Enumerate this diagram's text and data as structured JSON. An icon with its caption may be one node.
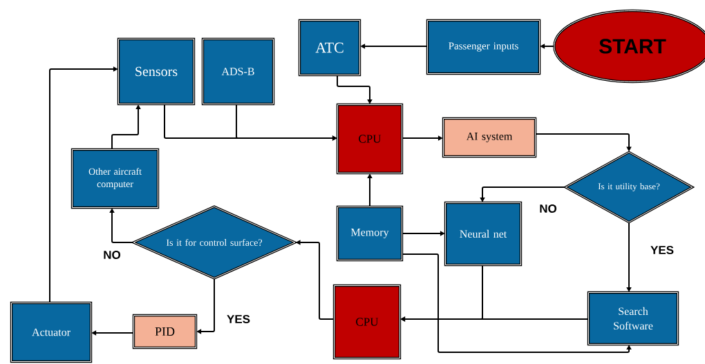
{
  "diagram": {
    "nodes": [
      {
        "text": [
          "ATC"
        ]
      },
      {
        "text": [
          "Passenger inputs"
        ]
      },
      {
        "text": [
          "START"
        ]
      },
      {
        "text": [
          "Sensors"
        ]
      },
      {
        "text": [
          "ADS-B"
        ]
      },
      {
        "text": [
          "CPU"
        ]
      },
      {
        "text": [
          "AI system"
        ]
      },
      {
        "text": [
          "Other aircraft computer"
        ]
      },
      {
        "text": [
          "Is it utility base?"
        ]
      },
      {
        "text": [
          "Memory"
        ]
      },
      {
        "text": [
          "Neural net"
        ]
      },
      {
        "text": [
          "Is it for control surface?"
        ]
      },
      {
        "text": [
          "CPU"
        ]
      },
      {
        "text": [
          "Search Software"
        ]
      },
      {
        "text": [
          "Actuator"
        ]
      },
      {
        "text": [
          "PID"
        ]
      }
    ],
    "edges": [
      {
        "from": 2,
        "to": 1,
        "arrow": "to"
      },
      {
        "from": 1,
        "to": 0,
        "arrow": "to"
      },
      {
        "from": 0,
        "to": 5,
        "arrow": "to"
      },
      {
        "from": 3,
        "to": 5,
        "arrow": "to"
      },
      {
        "from": 4,
        "to": 5,
        "arrow": "to"
      },
      {
        "from": 5,
        "to": 6,
        "arrow": "to"
      },
      {
        "from": 6,
        "to": 8,
        "arrow": "to"
      },
      {
        "from": 8,
        "to": 10,
        "arrow": "to",
        "label": "NO"
      },
      {
        "from": 8,
        "to": 13,
        "arrow": "to",
        "label": "YES"
      },
      {
        "from": 9,
        "to": 5,
        "arrow": "to"
      },
      {
        "from": 9,
        "to": 10,
        "arrow": "to"
      },
      {
        "from": 9,
        "to": 13,
        "arrow": "to"
      },
      {
        "from": 10,
        "to": 12,
        "arrow": "to"
      },
      {
        "from": 13,
        "to": 12,
        "arrow": "to"
      },
      {
        "from": 12,
        "to": 11,
        "arrow": "to"
      },
      {
        "from": 11,
        "to": 7,
        "arrow": "to",
        "label": "NO"
      },
      {
        "from": 11,
        "to": 15,
        "arrow": "to",
        "label": "YES"
      },
      {
        "from": 15,
        "to": 14,
        "arrow": "to"
      },
      {
        "from": 14,
        "to": 3,
        "arrow": "to"
      },
      {
        "from": 7,
        "to": 3,
        "arrow": "to"
      }
    ]
  }
}
